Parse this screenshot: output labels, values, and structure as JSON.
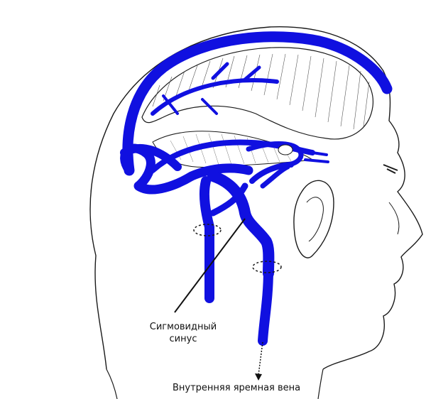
{
  "labels": {
    "sigmoid_line1": "Сигмовидный",
    "sigmoid_line2": "синус",
    "jugular": "Внутренняя яремная вена"
  },
  "colors": {
    "vein": "#1010e0",
    "outline": "#1a1a1a",
    "background": "#ffffff"
  }
}
